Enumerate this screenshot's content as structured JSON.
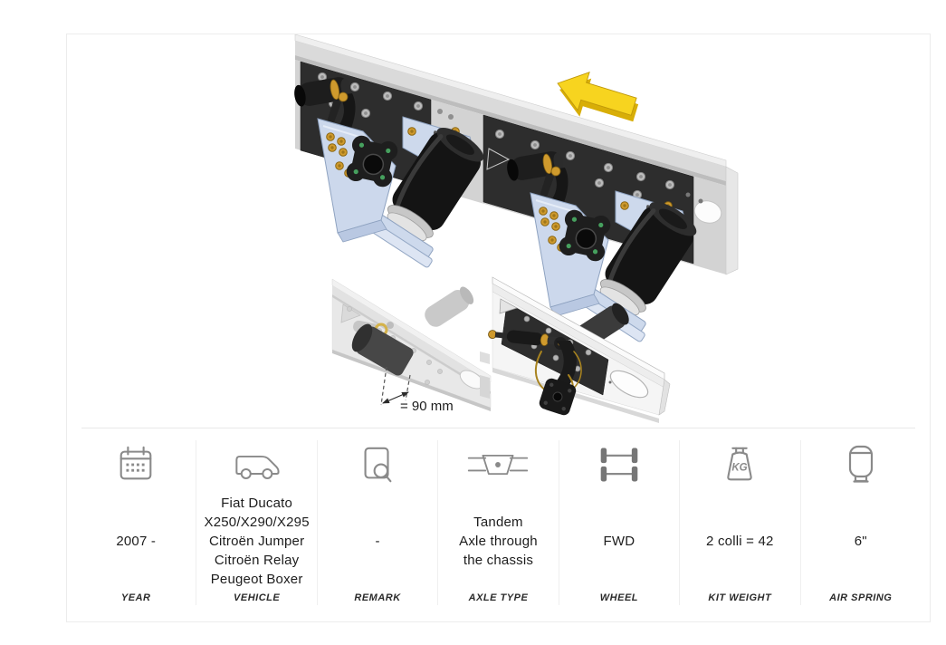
{
  "card": {
    "illustration": {
      "type": "technical-drawing",
      "dimension_label": "= 90 mm",
      "arrow_direction": "upper-left",
      "colors": {
        "arrow_yellow": "#f7d41f",
        "bracket_blue": "#ccd8ec",
        "hardware_gold": "#cf9a2d",
        "component_black": "#171717",
        "chassis_grey": "#d6d6d6",
        "accent_green": "#46a05e"
      }
    },
    "specs": {
      "weight_icon_text": "KG",
      "columns": [
        {
          "id": "year",
          "icon": "calendar-icon",
          "label": "YEAR",
          "value": "2007 -"
        },
        {
          "id": "vehicle",
          "icon": "van-icon",
          "label": "VEHICLE",
          "value": "Fiat Ducato\nX250/X290/X295\nCitroën Jumper\nCitroën Relay\nPeugeot Boxer"
        },
        {
          "id": "remark",
          "icon": "document-magnifier-icon",
          "label": "REMARK",
          "value": "-"
        },
        {
          "id": "axle-type",
          "icon": "axle-through-chassis-icon",
          "label": "AXLE TYPE",
          "value": "Tandem\nAxle through\nthe chassis"
        },
        {
          "id": "wheel",
          "icon": "twin-axle-wheels-icon",
          "label": "WHEEL",
          "value": "FWD"
        },
        {
          "id": "kit-weight",
          "icon": "weight-kg-icon",
          "label": "KIT WEIGHT",
          "value": "2 colli = 42"
        },
        {
          "id": "air-spring",
          "icon": "air-spring-icon",
          "label": "AIR SPRING",
          "value": "6\""
        }
      ]
    }
  }
}
